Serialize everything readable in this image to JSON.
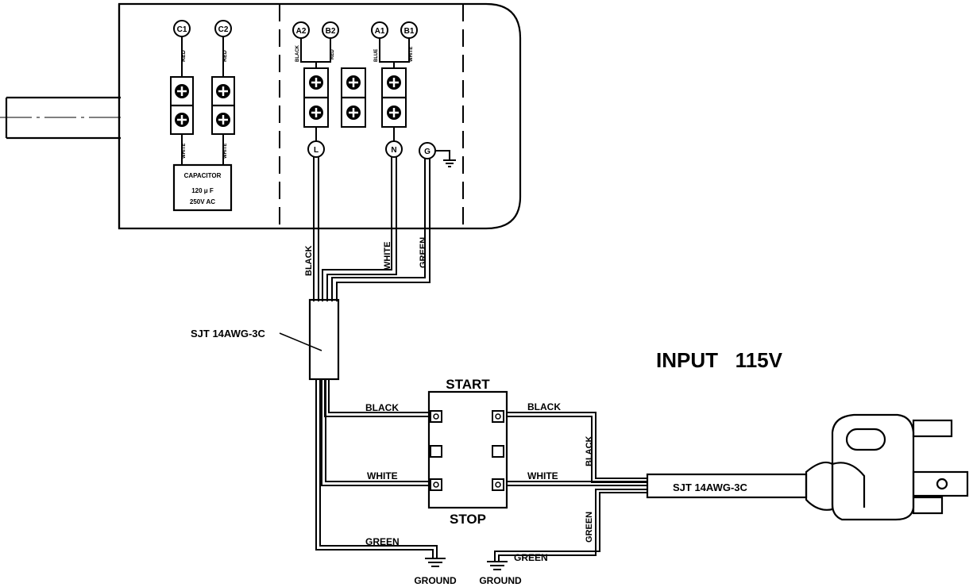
{
  "motor": {
    "terminals": {
      "c1": "C1",
      "c2": "C2",
      "a2": "A2",
      "b2": "B2",
      "a1": "A1",
      "b1": "B1",
      "l": "L",
      "n": "N",
      "g": "G"
    },
    "lead_colors": {
      "c1_top": "RED",
      "c2_top": "RED",
      "c1_bottom": "WHITE",
      "c2_bottom": "WHITE",
      "a2": "BLACK",
      "b2": "RED",
      "a1": "BLUE",
      "b1": "WHITE"
    },
    "capacitor": {
      "title": "CAPACITOR",
      "rating": "120 μ F",
      "voltage": "250V AC"
    }
  },
  "motor_wires": {
    "black": "BLACK",
    "white": "WHITE",
    "green": "GREEN"
  },
  "cable_label": "SJT 14AWG-3C",
  "switch": {
    "top_label": "START",
    "bottom_label": "STOP",
    "left_black": "BLACK",
    "left_white": "WHITE",
    "right_black": "BLACK",
    "right_white": "WHITE"
  },
  "right_wires": {
    "black_vertical": "BLACK",
    "green_vertical": "GREEN"
  },
  "ground": {
    "left_wire": "GREEN",
    "right_wire": "GREEN",
    "left_label": "GROUND",
    "right_label": "GROUND"
  },
  "input_cable_label": "SJT 14AWG-3C",
  "input_title": "INPUT   115V"
}
